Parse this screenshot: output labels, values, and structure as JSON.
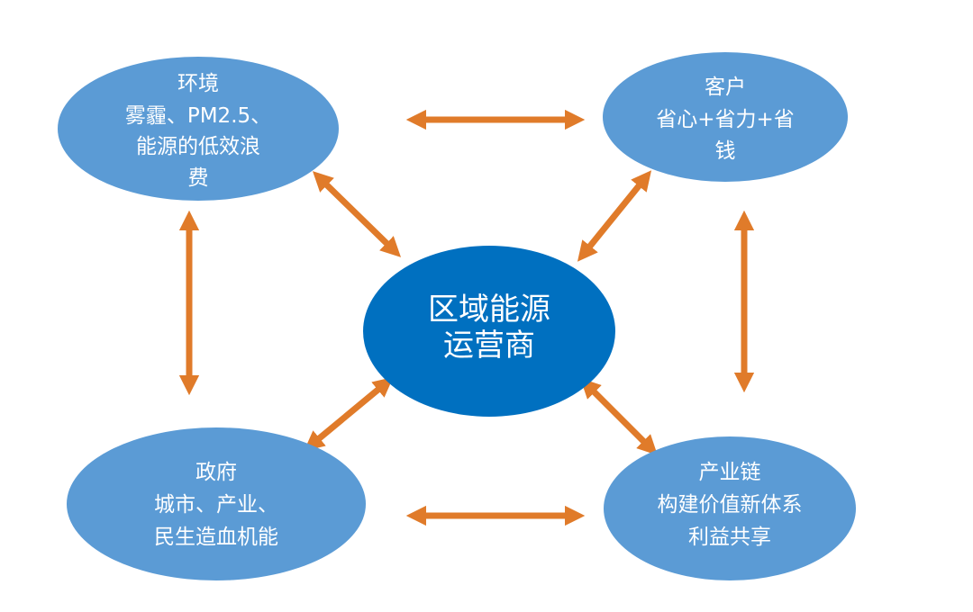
{
  "colors": {
    "outer_node": "#5b9bd5",
    "center_node": "#0070c0",
    "arrow": "#e07b2a"
  },
  "center": {
    "lines": [
      "区域能源",
      "运营商"
    ]
  },
  "nodes": {
    "environment": {
      "lines": [
        "环境",
        "雾霾、PM2.5、",
        "能源的低效浪",
        "费"
      ]
    },
    "customer": {
      "lines": [
        "客户",
        "省心+省力+省",
        "钱"
      ]
    },
    "government": {
      "lines": [
        "政府",
        "城市、产业、",
        "民生造血机能"
      ]
    },
    "industry_chain": {
      "lines": [
        "产业链",
        "构建价值新体系",
        "利益共享"
      ]
    }
  }
}
